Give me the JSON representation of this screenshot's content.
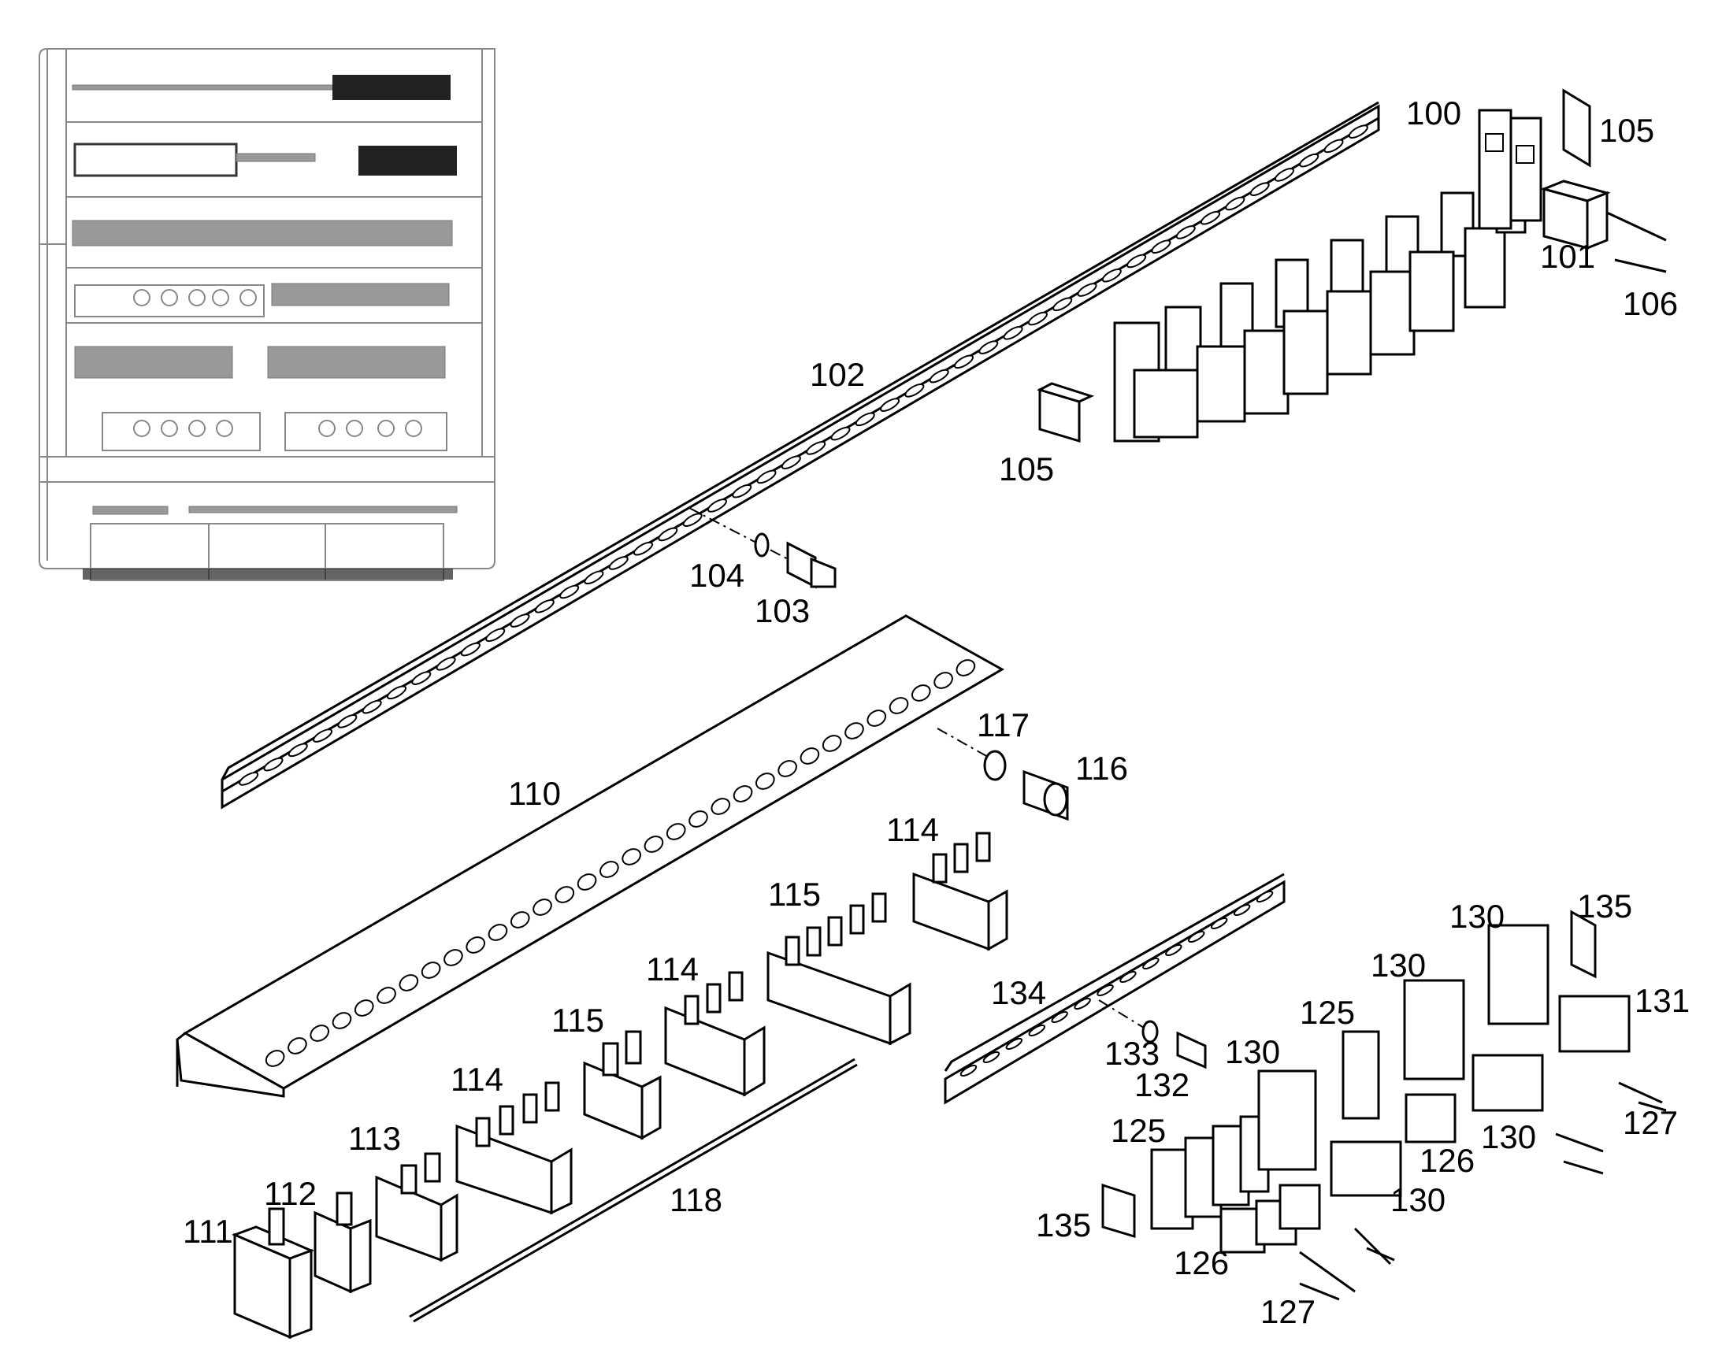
{
  "labels": {
    "l100": "100",
    "l101": "101",
    "l102": "102",
    "l103": "103",
    "l104": "104",
    "l105a": "105",
    "l105b": "105",
    "l106": "106",
    "l110": "110",
    "l111": "111",
    "l112": "112",
    "l113": "113",
    "l114a": "114",
    "l114b": "114",
    "l114c": "114",
    "l115a": "115",
    "l115b": "115",
    "l116": "116",
    "l117": "117",
    "l118": "118",
    "l125a": "125",
    "l125b": "125",
    "l126a": "126",
    "l126b": "126",
    "l127a": "127",
    "l127b": "127",
    "l130a": "130",
    "l130b": "130",
    "l130c": "130",
    "l130d": "130",
    "l130e": "130",
    "l131": "131",
    "l132": "132",
    "l133": "133",
    "l134": "134",
    "l135a": "135",
    "l135b": "135"
  }
}
